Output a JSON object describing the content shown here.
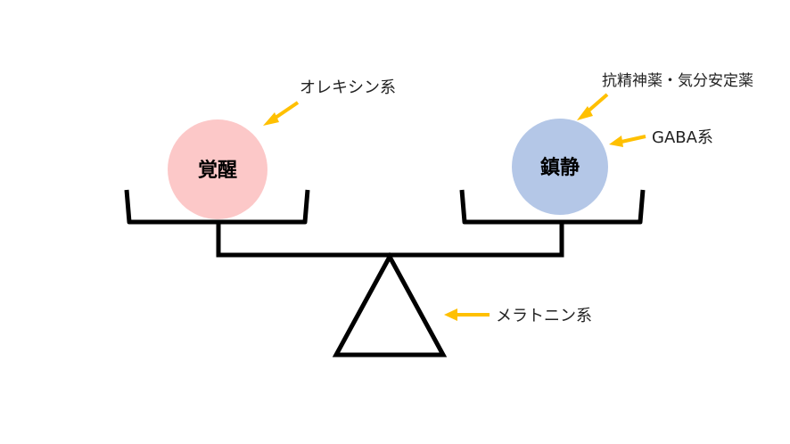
{
  "diagram": {
    "left_ball": {
      "label": "覚醒",
      "color": "#fcc8c8"
    },
    "right_ball": {
      "label": "鎮静",
      "color": "#b4c7e7"
    },
    "callouts": {
      "orexin": "オレキシン系",
      "antipsychotic": "抗精神薬・気分安定薬",
      "gaba": "GABA系",
      "melatonin": "メラトニン系"
    },
    "arrow_color": "#ffc000",
    "line_color": "#000000"
  }
}
